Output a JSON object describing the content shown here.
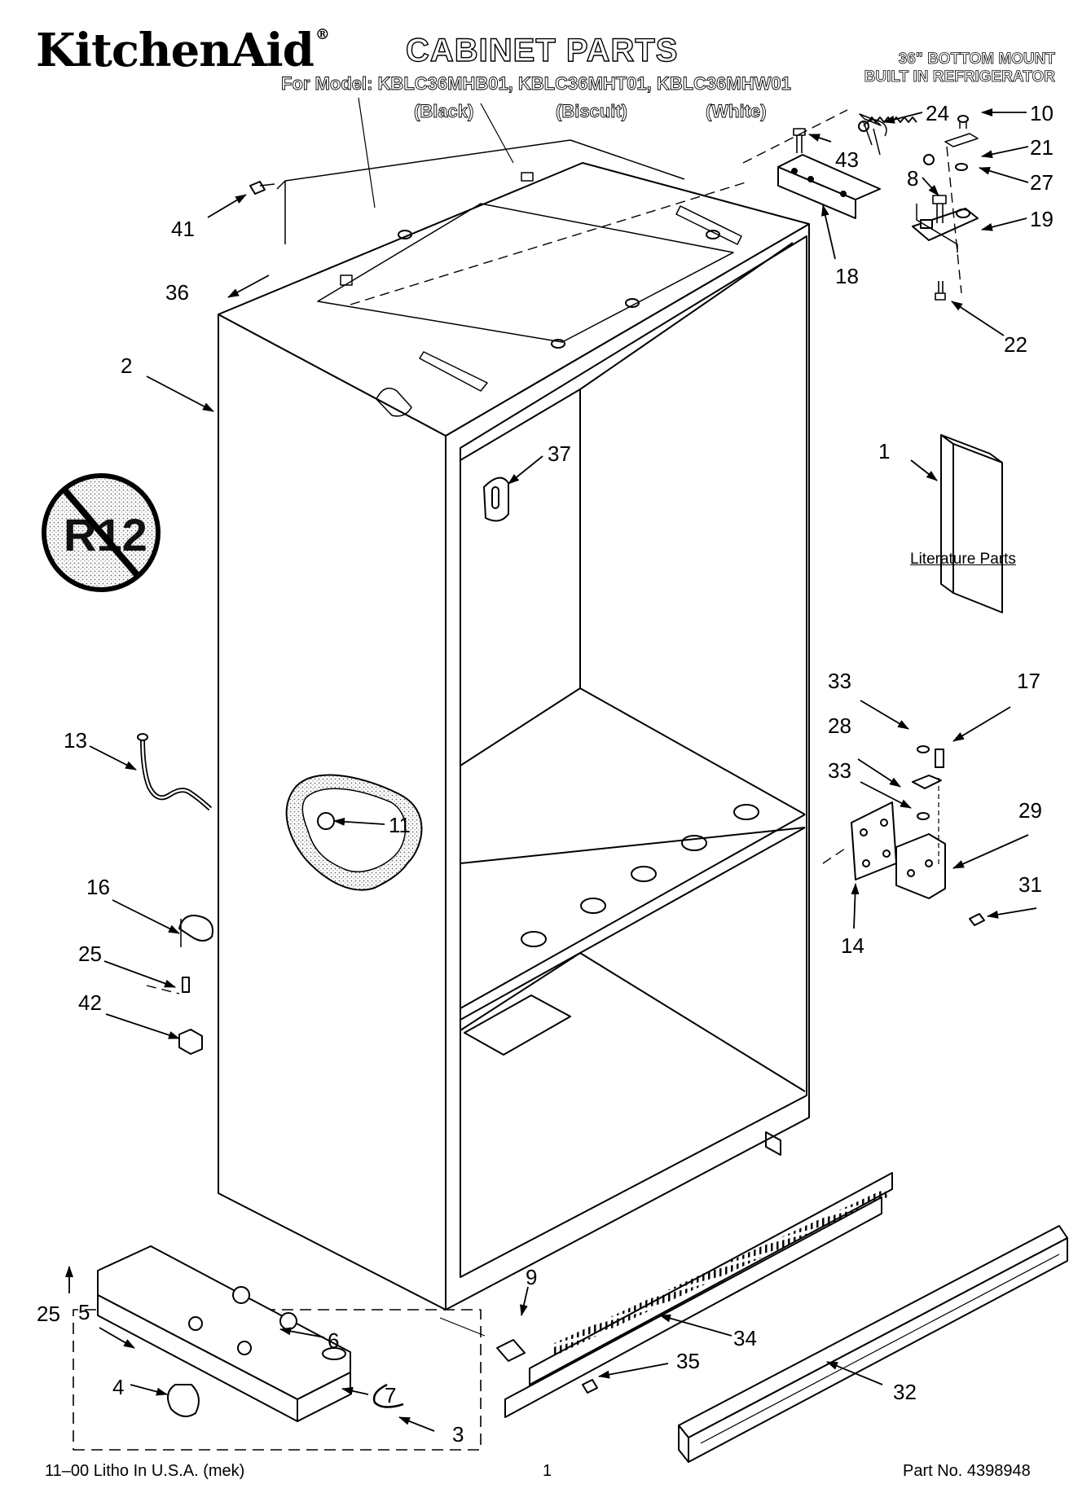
{
  "header": {
    "brand": "KitchenAid",
    "brand_mark": "®",
    "title": "CABINET PARTS",
    "models": "For Model: KBLC36MHB01, KBLC36MHT01, KBLC36MHW01",
    "colors": [
      "(Black)",
      "(Biscuit)",
      "(White)"
    ],
    "subhead_line1": "36\" BOTTOM MOUNT",
    "subhead_line2": "BUILT IN REFRIGERATOR"
  },
  "badge": {
    "text": "R12",
    "meaning": "no-r12-symbol"
  },
  "literature_label": "Literature Parts",
  "callouts": [
    "1",
    "2",
    "3",
    "4",
    "5",
    "6",
    "7",
    "8",
    "9",
    "10",
    "11",
    "13",
    "14",
    "16",
    "17",
    "18",
    "19",
    "21",
    "22",
    "24",
    "25",
    "25",
    "27",
    "28",
    "29",
    "31",
    "32",
    "33",
    "33",
    "34",
    "35",
    "36",
    "37",
    "41",
    "42",
    "43"
  ],
  "footer": {
    "left": "11–00 Litho In U.S.A. (mek)",
    "center": "1",
    "right": "Part No. 4398948"
  }
}
